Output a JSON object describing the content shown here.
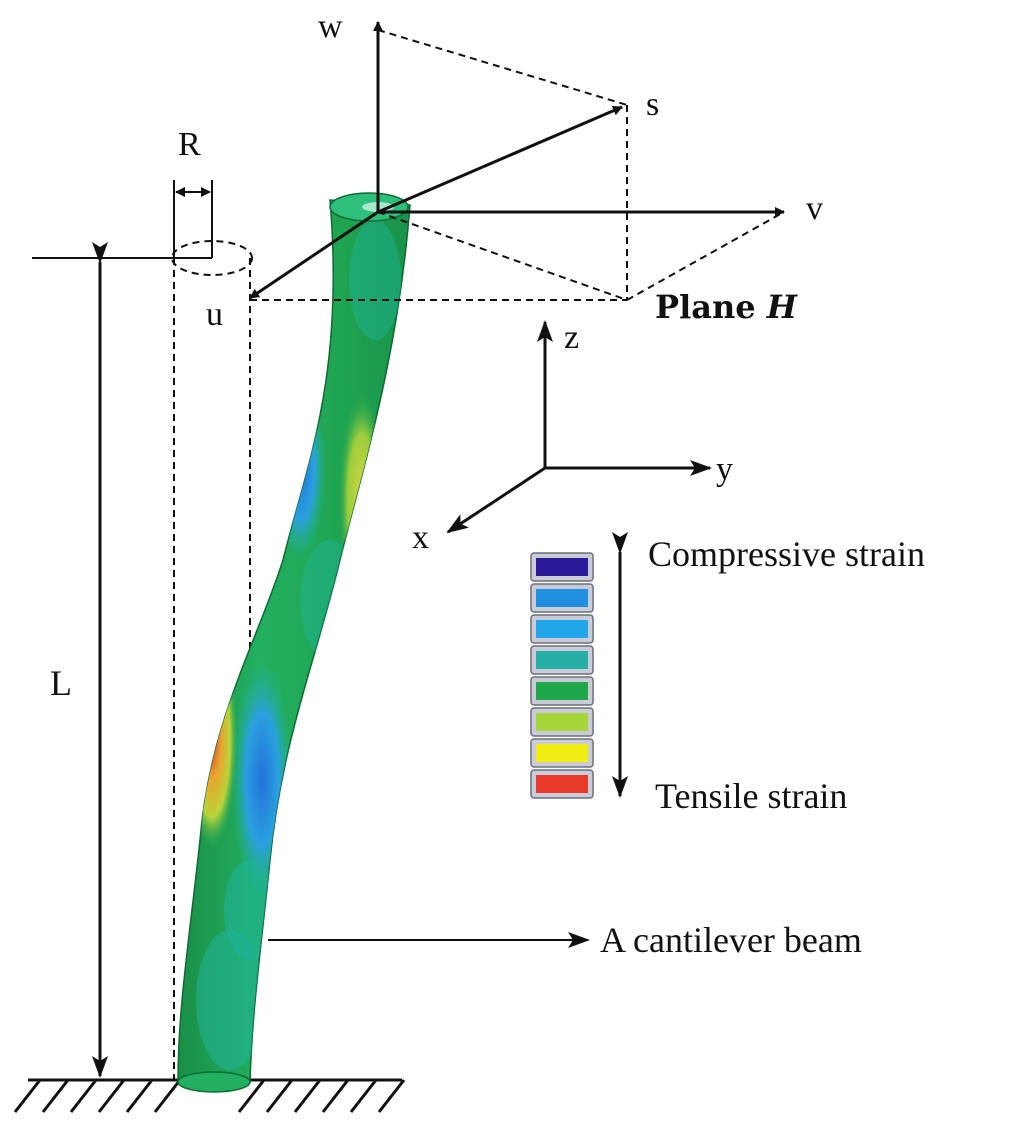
{
  "labels": {
    "w": "w",
    "s": "s",
    "v": "v",
    "u": "u",
    "R": "R",
    "L": "L",
    "z": "z",
    "y": "y",
    "x": "x",
    "plane_prefix": "Plane ",
    "plane_letter": "H",
    "beam": "A cantilever beam"
  },
  "legend": {
    "top_label": "Compressive strain",
    "bottom_label": "Tensile strain",
    "swatches": [
      "#2a1a9a",
      "#1f8fe0",
      "#22a6ea",
      "#24aea5",
      "#1fa84a",
      "#a6d63a",
      "#f2ee14",
      "#e83a2a"
    ]
  },
  "colors": {
    "beam_base": "#1fa451",
    "beam_cyan": "#20b39a",
    "beam_blue": "#2b8fdc",
    "beam_yellow": "#c8d33a",
    "beam_red": "#e0522d"
  }
}
